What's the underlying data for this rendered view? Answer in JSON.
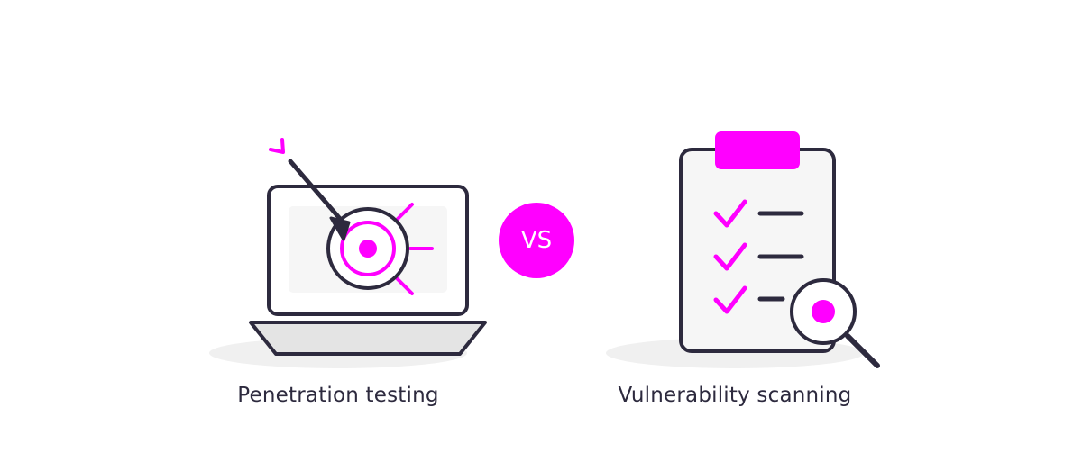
{
  "colors": {
    "accent": "#ff00ff",
    "outline": "#2d2a3e",
    "screen_fill": "#f6f6f6",
    "base_fill": "#e4e4e4",
    "shadow": "#f0f0f0",
    "background": "#ffffff"
  },
  "left": {
    "caption": "Penetration testing",
    "icon": "laptop-target-arrow-icon"
  },
  "center": {
    "label": "VS"
  },
  "right": {
    "caption": "Vulnerability scanning",
    "icon": "clipboard-checklist-magnifier-icon"
  }
}
